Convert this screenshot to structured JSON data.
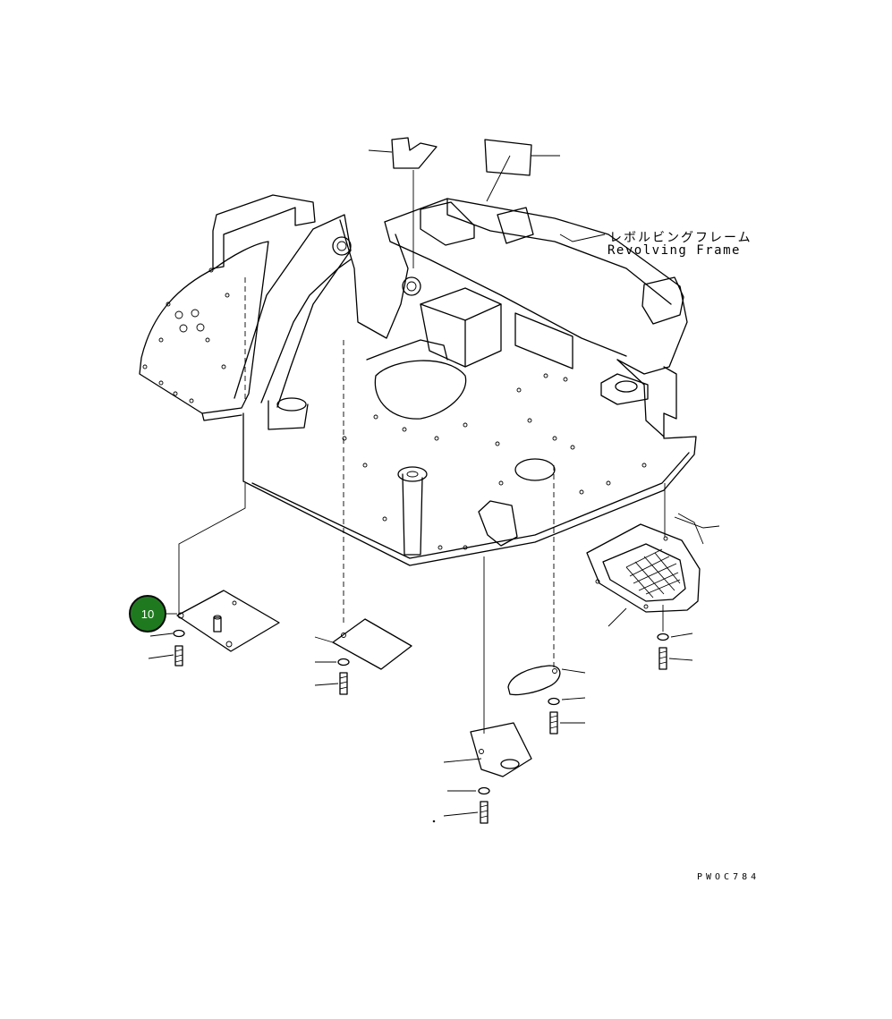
{
  "drawing": {
    "label_japanese": "レボルビングフレーム",
    "label_english": "Revolving Frame",
    "drawing_code": "PWOC784",
    "highlighted_callout": {
      "number": "10",
      "color": "#1f7a1f"
    }
  }
}
